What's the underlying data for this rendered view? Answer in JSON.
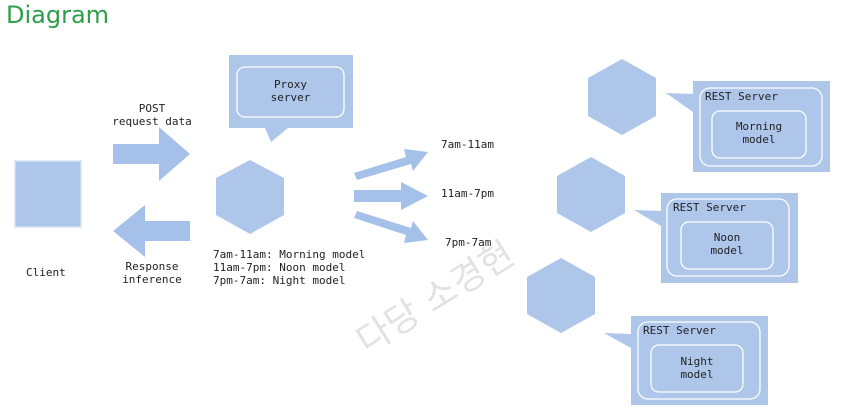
{
  "title": "Diagram",
  "client": {
    "label": "Client"
  },
  "request": {
    "line1": "POST",
    "line2": "request data"
  },
  "response": {
    "line1": "Response",
    "line2": "inference"
  },
  "proxy": {
    "line1": "Proxy",
    "line2": "server"
  },
  "schedule": [
    "7am-11am: Morning model",
    "11am-7pm: Noon model",
    "7pm-7am: Night model"
  ],
  "routes": [
    "7am-11am",
    "11am-7pm",
    "7pm-7am"
  ],
  "servers": [
    {
      "header": "REST Server",
      "model_line1": "Morning",
      "model_line2": "model"
    },
    {
      "header": "REST Server",
      "model_line1": "Noon",
      "model_line2": "model"
    },
    {
      "header": "REST Server",
      "model_line1": "Night",
      "model_line2": "model"
    }
  ],
  "watermark": "다당 소경현",
  "colors": {
    "shape_fill": "#aec6ea",
    "arrow_fill": "#a5c1ea",
    "title": "#2e9e4a",
    "inner_border": "#ffffff"
  }
}
